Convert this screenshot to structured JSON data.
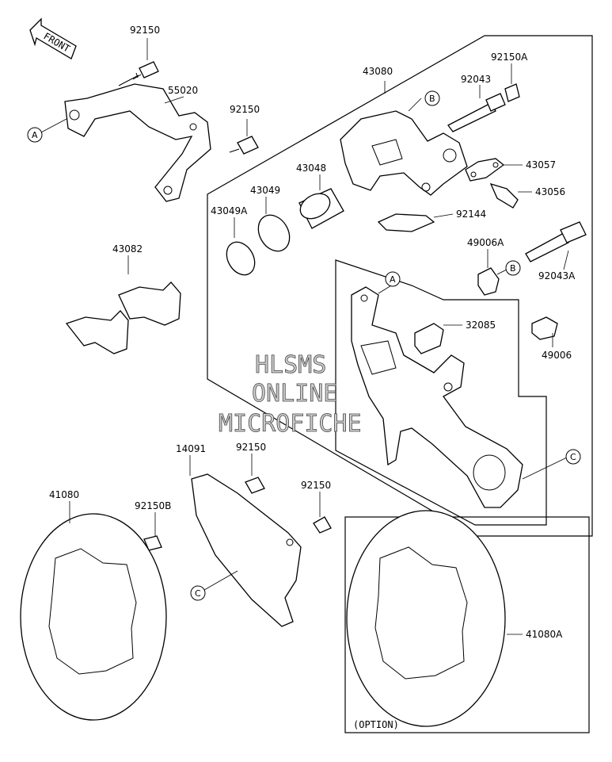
{
  "front_arrow": "FRONT",
  "labels": {
    "p92150_a": "92150",
    "p55020": "55020",
    "p92150_b": "92150",
    "p43080": "43080",
    "p92150A": "92150A",
    "p92043": "92043",
    "p43057": "43057",
    "p43056": "43056",
    "p43048": "43048",
    "p43049": "43049",
    "p43049A": "43049A",
    "p92144": "92144",
    "p49006A": "49006A",
    "p92043A": "92043A",
    "p43082": "43082",
    "p32085": "32085",
    "p49006": "49006",
    "p14091": "14091",
    "p92150_c": "92150",
    "p92150_d": "92150",
    "p41080": "41080",
    "p92150B": "92150B",
    "p41080A": "41080A"
  },
  "callouts": {
    "a": "A",
    "b": "B",
    "c": "C"
  },
  "option_label": "(OPTION)",
  "watermark": {
    "line1": "HLSMS",
    "line2": "ONLINE",
    "line3": "MICROFICHE"
  }
}
